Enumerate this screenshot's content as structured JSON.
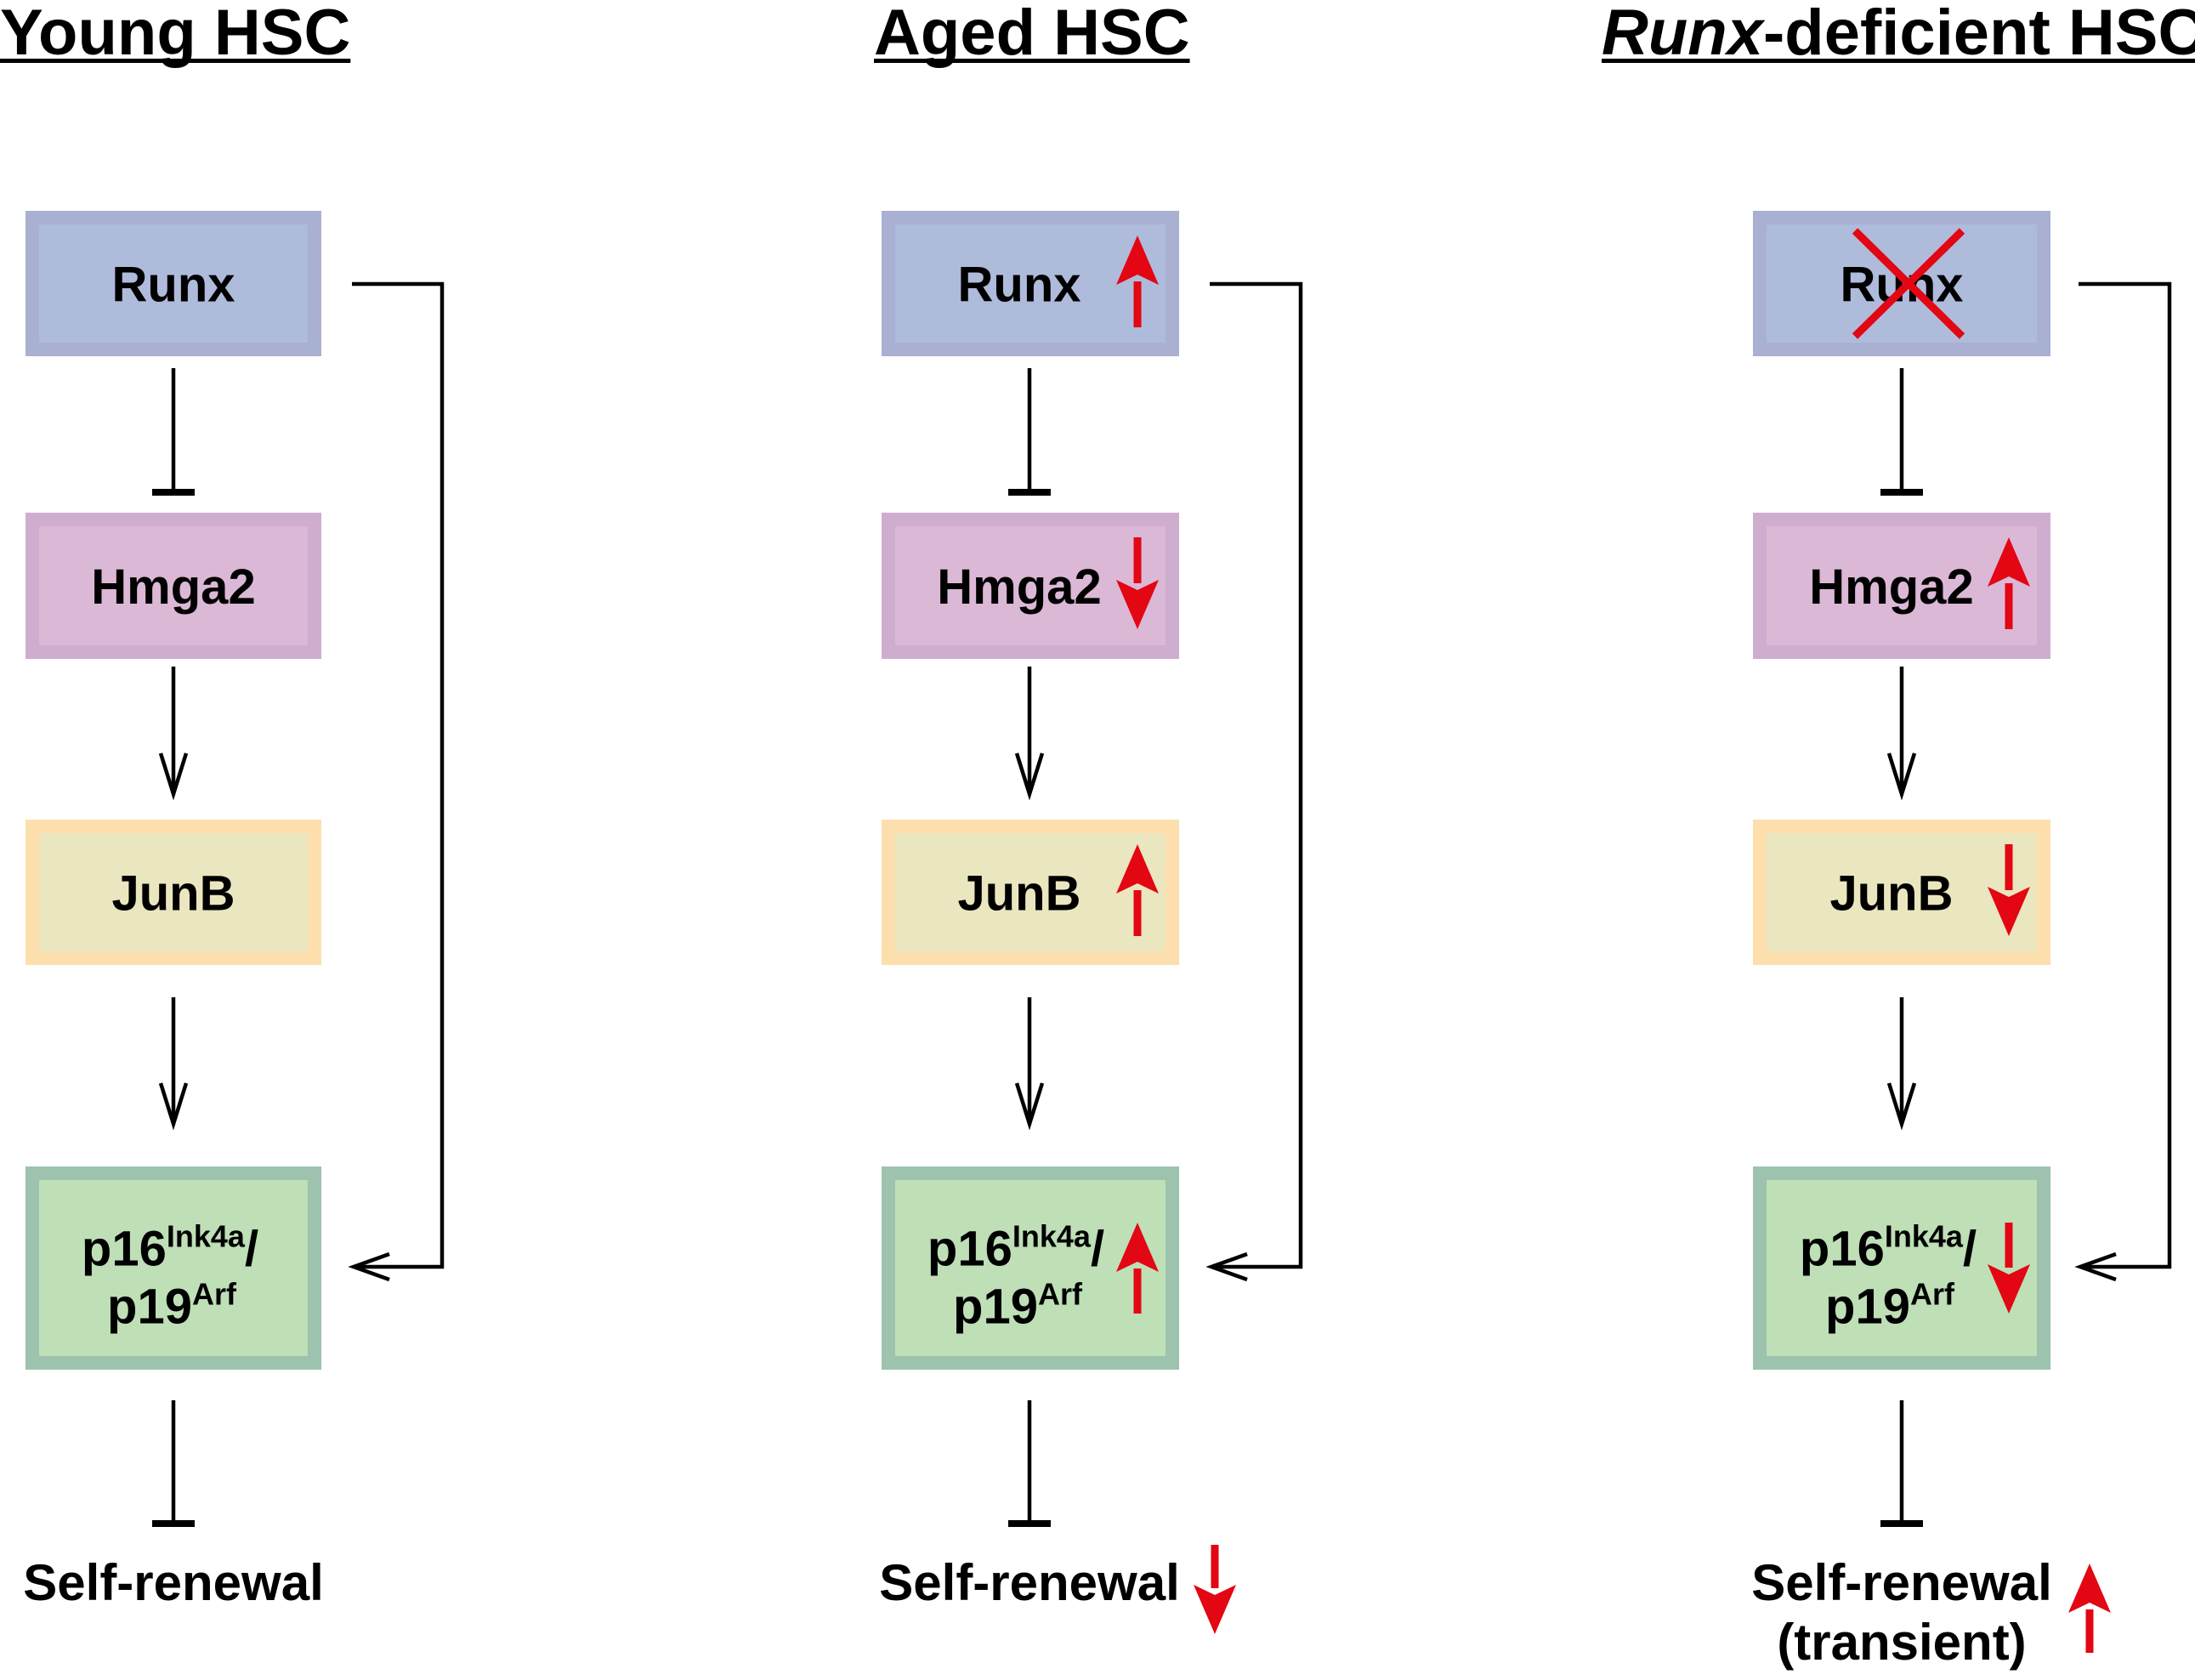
{
  "colors": {
    "red": "#E30613",
    "line": "#000000",
    "runx_border": "#A9B0D1",
    "runx_fill": "#AFBBDB",
    "hmga2_border": "#CFADCF",
    "hmga2_fill": "#DBB8D6",
    "junb_border": "#FDDFAE",
    "junb_fill": "#EAE6BF",
    "p16_border": "#9DC2AE",
    "p16_fill": "#BFDFB7"
  },
  "panels": [
    {
      "id": "young",
      "title": {
        "italic_part": "",
        "plain_part": "Young HSC"
      },
      "nodes": {
        "runx": {
          "label": "Runx",
          "change": "none",
          "deleted": false
        },
        "hmga2": {
          "label": "Hmga2",
          "change": "none"
        },
        "junb": {
          "label": "JunB",
          "change": "none"
        },
        "p16": {
          "line1": "p16",
          "sup1": "Ink4a",
          "slash": "/",
          "line2": "p19",
          "sup2": "Arf",
          "change": "none"
        }
      },
      "outcome": {
        "label": "Self-renewal",
        "sublabel": "",
        "change": "none"
      },
      "edges": [
        {
          "from": "Runx",
          "to": "Hmga2",
          "type": "inhibits"
        },
        {
          "from": "Hmga2",
          "to": "JunB",
          "type": "activates"
        },
        {
          "from": "JunB",
          "to": "p16Ink4a/p19Arf",
          "type": "activates"
        },
        {
          "from": "Runx",
          "to": "p16Ink4a/p19Arf",
          "type": "activates"
        },
        {
          "from": "p16Ink4a/p19Arf",
          "to": "Self-renewal",
          "type": "inhibits"
        }
      ]
    },
    {
      "id": "aged",
      "title": {
        "italic_part": "",
        "plain_part": "Aged HSC"
      },
      "nodes": {
        "runx": {
          "label": "Runx",
          "change": "up",
          "deleted": false
        },
        "hmga2": {
          "label": "Hmga2",
          "change": "down"
        },
        "junb": {
          "label": "JunB",
          "change": "up"
        },
        "p16": {
          "line1": "p16",
          "sup1": "Ink4a",
          "slash": "/",
          "line2": "p19",
          "sup2": "Arf",
          "change": "up"
        }
      },
      "outcome": {
        "label": "Self-renewal",
        "sublabel": "",
        "change": "down"
      },
      "edges": [
        {
          "from": "Runx",
          "to": "Hmga2",
          "type": "inhibits"
        },
        {
          "from": "Hmga2",
          "to": "JunB",
          "type": "activates"
        },
        {
          "from": "JunB",
          "to": "p16Ink4a/p19Arf",
          "type": "activates"
        },
        {
          "from": "Runx",
          "to": "p16Ink4a/p19Arf",
          "type": "activates"
        },
        {
          "from": "p16Ink4a/p19Arf",
          "to": "Self-renewal",
          "type": "inhibits"
        }
      ]
    },
    {
      "id": "runx-deficient",
      "title": {
        "italic_part": "Runx",
        "plain_part": "-deficient HSC"
      },
      "nodes": {
        "runx": {
          "label": "Runx",
          "change": "none",
          "deleted": true
        },
        "hmga2": {
          "label": "Hmga2",
          "change": "up"
        },
        "junb": {
          "label": "JunB",
          "change": "down"
        },
        "p16": {
          "line1": "p16",
          "sup1": "Ink4a",
          "slash": "/",
          "line2": "p19",
          "sup2": "Arf",
          "change": "down"
        }
      },
      "outcome": {
        "label": "Self-renewal",
        "sublabel": "(transient)",
        "change": "up"
      },
      "edges": [
        {
          "from": "Runx",
          "to": "Hmga2",
          "type": "inhibits"
        },
        {
          "from": "Hmga2",
          "to": "JunB",
          "type": "activates"
        },
        {
          "from": "JunB",
          "to": "p16Ink4a/p19Arf",
          "type": "activates"
        },
        {
          "from": "Runx",
          "to": "p16Ink4a/p19Arf",
          "type": "activates"
        },
        {
          "from": "p16Ink4a/p19Arf",
          "to": "Self-renewal",
          "type": "inhibits"
        }
      ]
    }
  ]
}
